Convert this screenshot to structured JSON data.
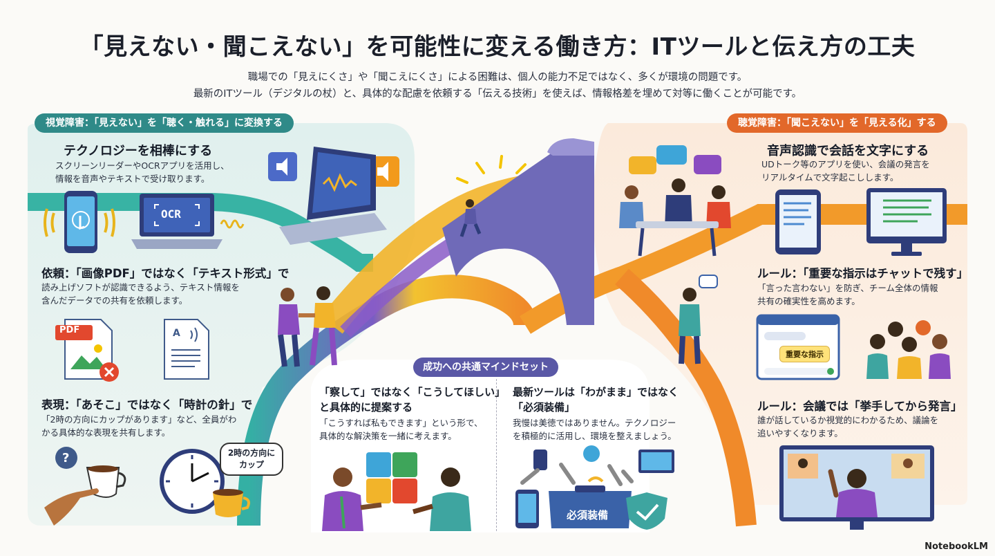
{
  "title": "「見えない・聞こえない」を可能性に変える働き方：ITツールと伝え方の工夫",
  "subtitle_line1": "職場での「見えにくさ」や「聞こえにくさ」による困難は、個人の能力不足ではなく、多くが環境の問題です。",
  "subtitle_line2": "最新のITツール（デジタルの杖）と、具体的な配慮を依頼する「伝える技術」を使えば、情報格差を埋めて対等に働くことが可能です。",
  "left": {
    "pill": "視覚障害：「見えない」を「聴く・触れる」に変換する",
    "tech_heading": "テクノロジーを相棒にする",
    "tech_text1": "スクリーンリーダーやOCRアプリを活用し、",
    "tech_text2": "情報を音声やテキストで受け取ります。",
    "ocr_label": "OCR",
    "request_heading": "依頼：「画像PDF」ではなく「テキスト形式」で",
    "request_text1": "読み上げソフトが認識できるよう、テキスト情報を",
    "request_text2": "含んだデータでの共有を依頼します。",
    "pdf_label": "PDF",
    "text_doc_label": "A",
    "express_heading": "表現：「あそこ」ではなく「時計の針」で",
    "express_text1": "「2時の方向にカップがあります」など、全員がわ",
    "express_text2": "かる具体的な表現を共有します。",
    "clock_bubble_line1": "2時の方向に",
    "clock_bubble_line2": "カップ",
    "question_mark": "?"
  },
  "right": {
    "pill": "聴覚障害：「聞こえない」を「見える化」する",
    "voice_heading": "音声認識で会話を文字にする",
    "voice_text1": "UDトーク等のアプリを使い、会議の発言を",
    "voice_text2": "リアルタイムで文字起こしします。",
    "chat_heading": "ルール：「重要な指示はチャットで残す」",
    "chat_text1": "「言った言わない」を防ぎ、チーム全体の情報",
    "chat_text2": "共有の確実性を高めます。",
    "chat_badge": "重要な指示",
    "meeting_heading": "ルール：会議では「挙手してから発言」",
    "meeting_text1": "誰が話しているか視覚的にわかるため、議論を",
    "meeting_text2": "追いやすくなります。"
  },
  "center": {
    "pill": "成功への共通マインドセット",
    "mind1_heading1": "「察して」ではなく「こうしてほしい」",
    "mind1_heading2": "と具体的に提案する",
    "mind1_text1": "「こうすれば私もできます」という形で、",
    "mind1_text2": "具体的な解決策を一緒に考えます。",
    "mind2_heading1": "最新ツールは「わがまま」ではなく",
    "mind2_heading2": "「必須装備」",
    "mind2_text1": "我慢は美徳ではありません。テクノロジー",
    "mind2_text2": "を積極的に活用し、環境を整えましょう。",
    "kit_label": "必須装備"
  },
  "brand": "NotebookLM",
  "colors": {
    "teal": "#2f8a88",
    "orange": "#e2682a",
    "purple": "#5a58a6",
    "left_bg": "#e4f1ef",
    "right_bg": "#fbe8d9"
  }
}
